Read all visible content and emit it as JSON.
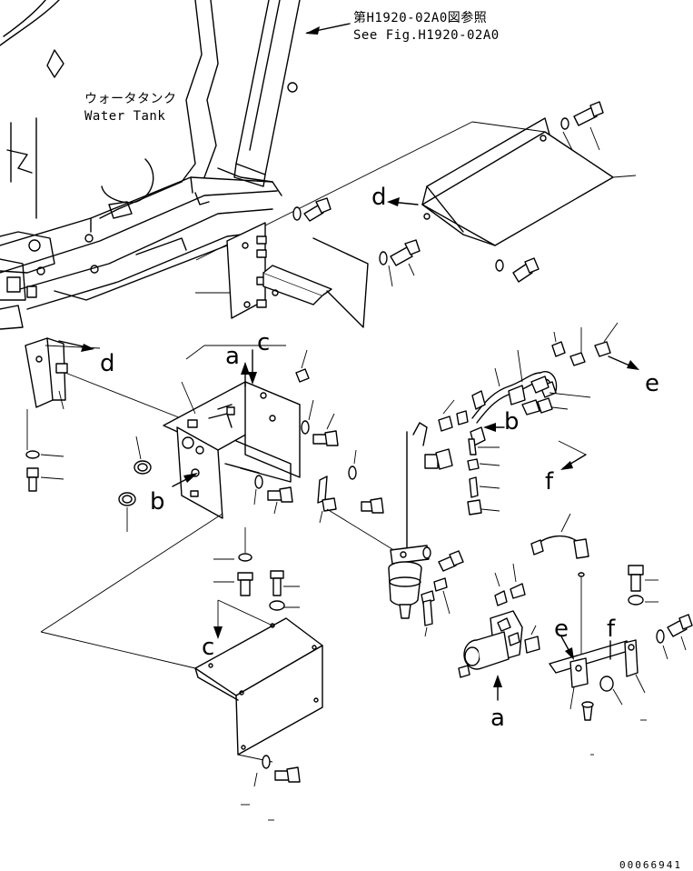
{
  "references": {
    "figure_ref_jp": "第H1920-02A0図参照",
    "figure_ref_en": "See Fig.H1920-02A0",
    "water_tank_jp": "ウォータタンク",
    "water_tank_en": "Water Tank"
  },
  "callouts": {
    "a_upper": "a",
    "a_lower": "a",
    "b_left": "b",
    "b_right": "b",
    "c_upper": "c",
    "c_lower": "c",
    "d_left": "d",
    "d_right": "d",
    "e_upper": "e",
    "e_lower": "e",
    "f_upper": "f",
    "f_lower": "f"
  },
  "footer": {
    "drawing_number": "00066941"
  }
}
